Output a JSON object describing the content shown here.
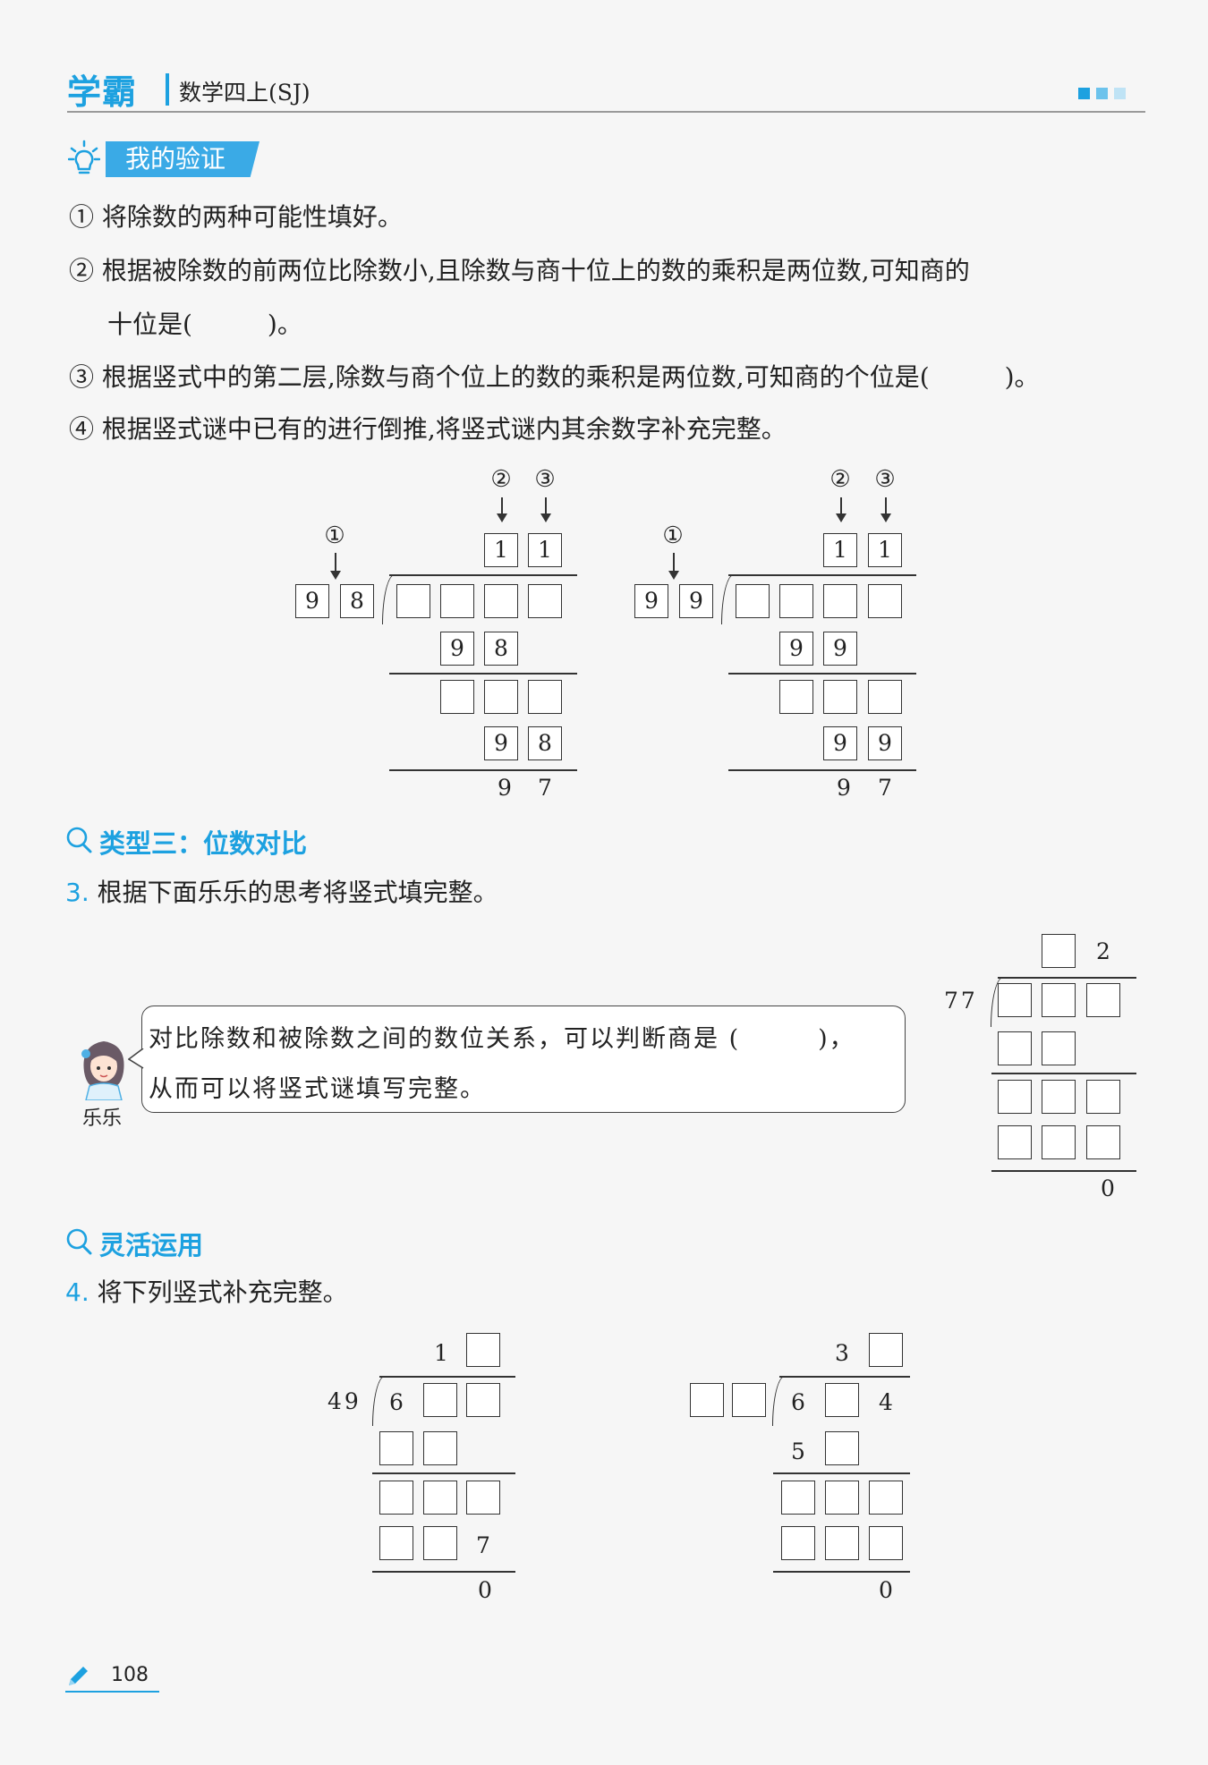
{
  "header": {
    "logo": "学霸",
    "book_title": "数学四上(SJ)",
    "accent_color": "#1da1e0"
  },
  "verify": {
    "badge": "我的验证",
    "icon": "lightbulb-icon",
    "steps": [
      "① 将除数的两种可能性填好。",
      "② 根据被除数的前两位比除数小,且除数与商十位上的数的乘积是两位数,可知商的",
      "十位是(　　　)。",
      "③ 根据竖式中的第二层,除数与商个位上的数的乘积是两位数,可知商的个位是(　　　)。",
      "④ 根据竖式谜中已有的进行倒推,将竖式谜内其余数字补充完整。"
    ]
  },
  "puzzles_verify": [
    {
      "markers": {
        "divisor": "①",
        "tens": "②",
        "ones": "③"
      },
      "quotient": [
        "1",
        "1"
      ],
      "divisor": [
        "9",
        "8"
      ],
      "step1": [
        "9",
        "8"
      ],
      "step2": [
        "9",
        "8"
      ],
      "remainder": [
        "9",
        "7"
      ]
    },
    {
      "markers": {
        "divisor": "①",
        "tens": "②",
        "ones": "③"
      },
      "quotient": [
        "1",
        "1"
      ],
      "divisor": [
        "9",
        "9"
      ],
      "step1": [
        "9",
        "9"
      ],
      "step2": [
        "9",
        "9"
      ],
      "remainder": [
        "9",
        "7"
      ]
    }
  ],
  "section3": {
    "title": "类型三：位数对比",
    "q_num": "3.",
    "q_text": "根据下面乐乐的思考将竖式填完整。",
    "bubble_line1": "对比除数和被除数之间的数位关系，可以判断商是 (　　　)，",
    "bubble_line2": "从而可以将竖式谜填写完整。",
    "character": "乐乐",
    "puzzle": {
      "quotient_ones": "2",
      "divisor": "77",
      "remainder": "0"
    }
  },
  "section4": {
    "title": "灵活运用",
    "q_num": "4.",
    "q_text": "将下列竖式补充完整。",
    "puzzle_a": {
      "quotient_tens": "1",
      "divisor": "49",
      "dividend_first": "6",
      "step2_ones": "7",
      "remainder": "0"
    },
    "puzzle_b": {
      "quotient_tens": "3",
      "dividend_first": "6",
      "dividend_last": "4",
      "step1_first": "5",
      "remainder": "0"
    }
  },
  "footer": {
    "page_number": "108"
  }
}
